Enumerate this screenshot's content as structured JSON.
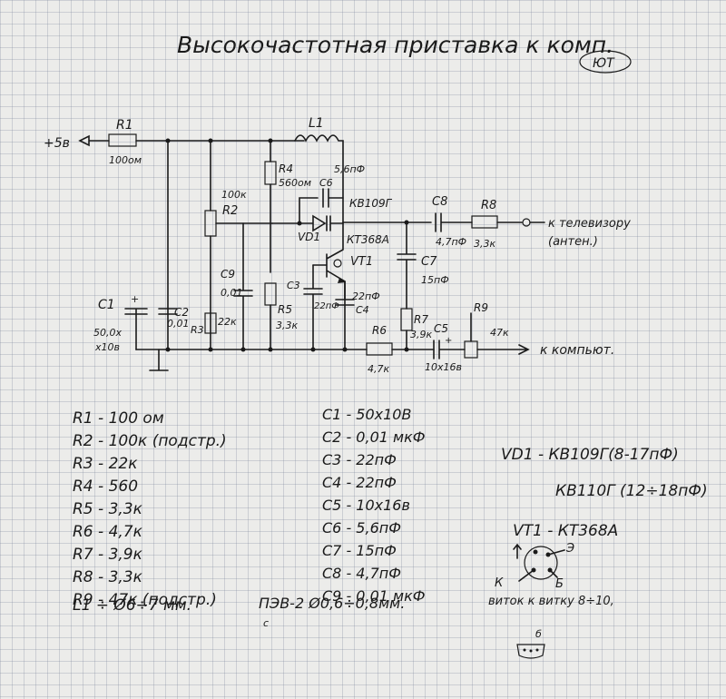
{
  "title": "Высокочастотная приставка к комп.",
  "badge": "ЮТ",
  "supply": "+5в",
  "out_tv": "к телевизору",
  "out_tv2": "(антен.)",
  "out_comp": "к компьют.",
  "labels": {
    "R1": "R1",
    "R1v": "100ом",
    "L1": "L1",
    "R4": "R4",
    "R4v": "560ом",
    "C6": "C6",
    "C6v": "5,6пФ",
    "VD1n": "КВ109Г",
    "R2v": "100к",
    "R2": "R2",
    "VD1": "VD1",
    "VT1n": "КТ368А",
    "VT1": "VT1",
    "C8": "C8",
    "C8v": "4,7пФ",
    "R8": "R8",
    "R8v": "3,3к",
    "C7": "C7",
    "C7v": "15пФ",
    "C9": "C9",
    "C9v": "0,01",
    "C3": "C3",
    "C3v": "22пФ",
    "C4v": "22пФ",
    "C4": "C4",
    "C1": "C1",
    "C1v": "50,0х",
    "C1v2": "х10в",
    "C2": "C2",
    "C2v": "0,01",
    "R3": "R3",
    "R3v": "22к",
    "R5": "R5",
    "R5v": "3,3к",
    "R6": "R6",
    "R6v": "4,7к",
    "R7": "R7",
    "R7v": "3,9к",
    "C5": "C5",
    "C5v": "10х16в",
    "R9": "R9",
    "R9v": "47к"
  },
  "parts_left": [
    "R1 - 100 ом",
    "R2 - 100к (подстр.)",
    "R3 - 22к",
    "R4 - 560",
    "R5 - 3,3к",
    "R6 - 4,7к",
    "R7 - 3,9к",
    "R8 - 3,3к",
    "R9 - 47к (подстр.)"
  ],
  "parts_mid": [
    "C1 - 50х10В",
    "C2 - 0,01 мкФ",
    "C3 - 22пФ",
    "C4 - 22пФ",
    "C5 - 10х16в",
    "C6 - 5,6пФ",
    "C7 - 15пФ",
    "C8 - 4,7пФ",
    "C9 - 0,01 мкФ"
  ],
  "vd1": "VD1 - КВ109Г(8-17пФ)",
  "vd1b": "КВ110Г (12÷18пФ)",
  "vt1": "VT1 - КТ368А",
  "pin_k": "К",
  "pin_b": "Б",
  "pin_e": "Э",
  "coil": "L1 ÷ Ø6÷7 мм.",
  "wire": "ПЭВ-2 Ø0,6÷0,8мм.",
  "turns": "виток к витку 8÷10,",
  "extra": "с",
  "footnote": "б"
}
